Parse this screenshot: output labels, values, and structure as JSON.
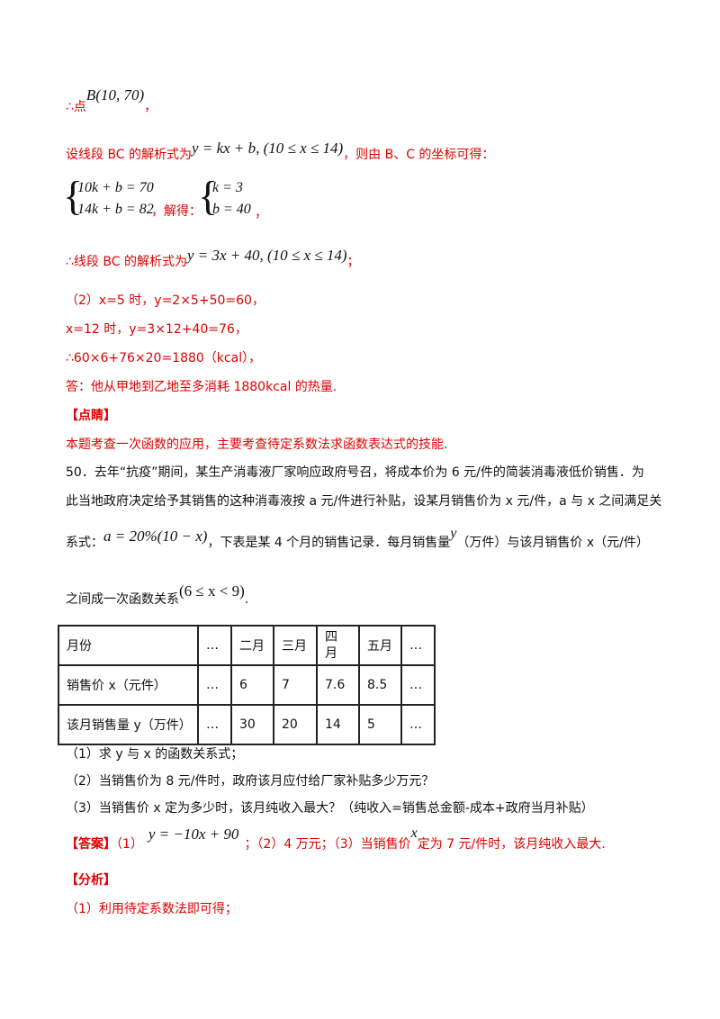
{
  "sol1": {
    "point_prefix": "∴点",
    "point": "B(10, 70)",
    "point_suffix": "，",
    "bc_prefix": "设线段 BC 的解析式为",
    "bc_formula": "y = kx + b, (10 ≤ x ≤ 14)",
    "bc_suffix": "，则由 B、C 的坐标可得：",
    "sys1": [
      "10k + b = 70",
      "14k + b = 82"
    ],
    "solve_label": "，解得：",
    "sys2": [
      "k = 3",
      "b = 40"
    ],
    "sys2_suffix": "，",
    "result_prefix": "∴线段 BC 的解析式为",
    "result_formula": "y = 3x + 40, (10 ≤ x ≤ 14)",
    "result_suffix": "；",
    "part2_line1": "（2）x=5 时，y=2×5+50=60，",
    "part2_line2": "x=12 时，y=3×12+40=76，",
    "part2_line3": "∴60×6+76×20=1880（kcal），",
    "answer_line": "答：他从甲地到乙地至多消耗 1880kcal 的热量.",
    "comment_tag": "【点睛】",
    "comment_text": "本题考查一次函数的应用，主要考查待定系数法求函数表达式的技能."
  },
  "q50": {
    "line1": "50．去年“抗疫”期间，某生产消毒液厂家响应政府号召，将成本价为 6 元/件的简装消毒液低价销售．为",
    "line2": "此当地政府决定给予其销售的这种消毒液按 a 元/件进行补贴，设某月销售价为 x 元/件，a 与 x 之间满足关",
    "line3_prefix": "系式：",
    "line3_formula": "a = 20%(10 − x)",
    "line3_suffix": "，下表是某 4 个月的销售记录．每月销售量",
    "line3_var": "y",
    "line3_tail": "（万件）与该月销售价 x（元/件）",
    "line4_prefix": "之间成一次函数关系",
    "line4_formula": "(6 ≤ x < 9)",
    "line4_suffix": "."
  },
  "table": {
    "header": [
      "月份",
      "…",
      "二月",
      "三月",
      "四\n月",
      "五月",
      "…"
    ],
    "rows": [
      [
        "销售价 x（元件）",
        "…",
        "6",
        "7",
        "7.6",
        "8.5",
        "…"
      ],
      [
        "该月销售量 y（万件）",
        "…",
        "30",
        "20",
        "14",
        "5",
        "…"
      ]
    ]
  },
  "questions": {
    "q1": "（1）求 y 与 x 的函数关系式；",
    "q2": "（2）当销售价为 8 元/件时，政府该月应付给厂家补贴多少万元？",
    "q3": "（3）当销售价 x 定为多少时，该月纯收入最大？（纯收入=销售总金额-成本+政府当月补贴）"
  },
  "answer": {
    "tag": "【答案】",
    "part1_label": "（1）",
    "formula": "y = −10x + 90",
    "part2": "；（2）4 万元；（3）当销售价",
    "var": "x",
    "part3": "定为 7 元/件时，该月纯收入最大."
  },
  "analysis": {
    "tag": "【分析】",
    "line1": "（1）利用待定系数法即可得；"
  }
}
